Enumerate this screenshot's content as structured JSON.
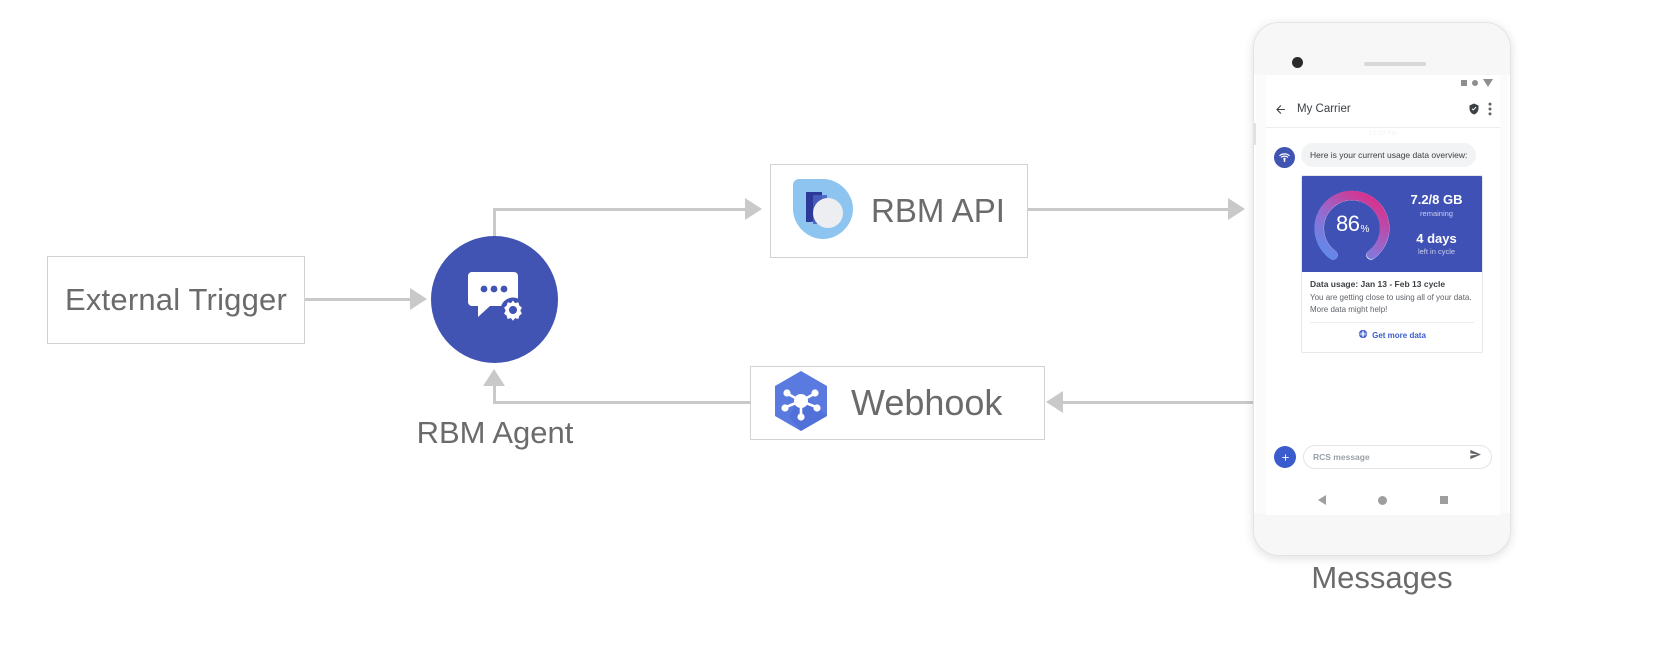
{
  "diagram": {
    "external_trigger": {
      "label": "External Trigger"
    },
    "rbm_agent": {
      "caption": "RBM Agent",
      "icon": "chat-gear-icon"
    },
    "rbm_api": {
      "label": "RBM API",
      "icon": "rbm-api-logo-icon"
    },
    "webhook": {
      "label": "Webhook",
      "icon": "webhook-hexagon-icon"
    },
    "device_caption": "Messages",
    "colors": {
      "agent_blue": "#4153b3",
      "webhook_blue": "#5a7ae0",
      "connector_gray": "#c9c9c9",
      "box_border": "#d2d2d2",
      "label_gray": "#6b6b6b"
    }
  },
  "phone": {
    "status_bar": {
      "icons": [
        "square-icon",
        "circle-icon",
        "triangle-down-icon"
      ]
    },
    "app_bar": {
      "back_icon": "back-arrow-icon",
      "title": "My Carrier",
      "verified_icon": "shield-check-icon",
      "overflow_icon": "more-vert-icon"
    },
    "conversation": {
      "timestamp": "12:30 PM",
      "avatar_icon": "wifi-avatar-icon",
      "incoming_message": "Here is your current usage data overview:"
    },
    "rich_card": {
      "gauge": {
        "percent_label": "86",
        "percent_symbol": "%",
        "percent_value": 86,
        "arc_colors": [
          "#5b8dee",
          "#8f6fd4",
          "#d6338e"
        ],
        "track_color": "#ffffff"
      },
      "stats": [
        {
          "value": "7.2/8 GB",
          "caption": "remaining"
        },
        {
          "value": "4 days",
          "caption": "left in cycle"
        }
      ],
      "media_bg": "#3f51b5",
      "title": "Data usage: Jan 13 - Feb 13 cycle",
      "description": "You are getting close to using all of your data. More data might help!",
      "action": {
        "label": "Get more data",
        "icon": "globe-icon",
        "color": "#3b5ccc"
      }
    },
    "composer": {
      "add_icon": "plus-icon",
      "placeholder": "RCS message",
      "send_icon": "send-icon"
    },
    "nav_bar": {
      "items": [
        "back-triangle-icon",
        "home-circle-icon",
        "recents-square-icon"
      ]
    }
  }
}
